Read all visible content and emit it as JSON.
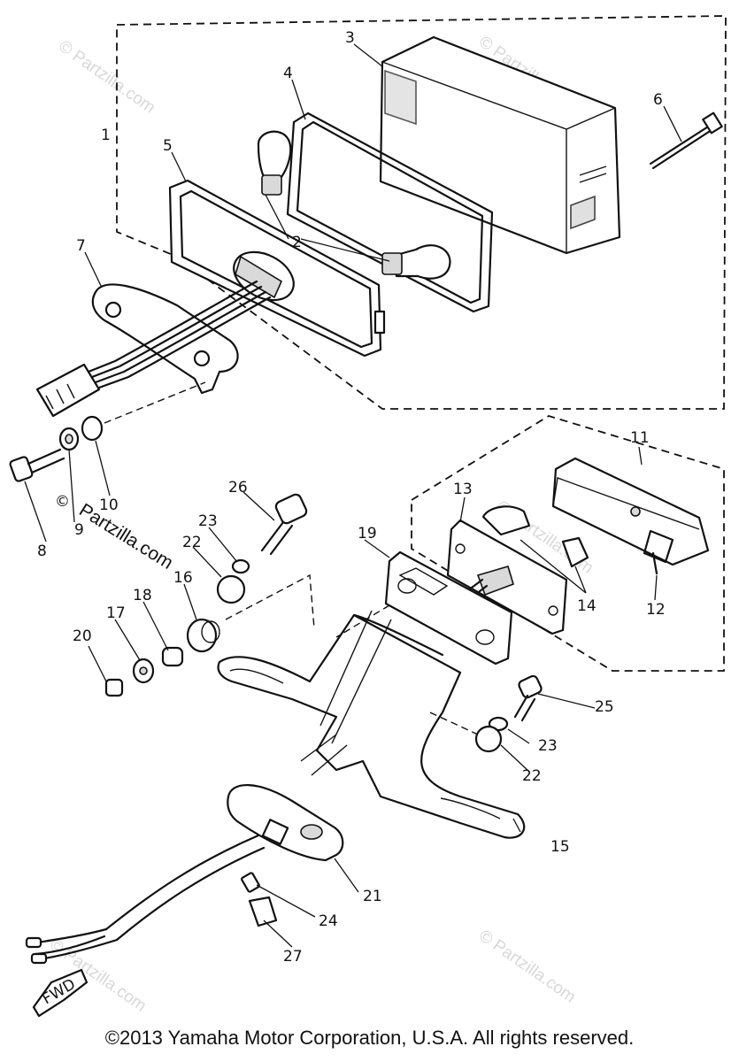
{
  "diagram": {
    "part_numbers": [
      "1",
      "2",
      "3",
      "4",
      "5",
      "6",
      "7",
      "8",
      "9",
      "10",
      "11",
      "12",
      "13",
      "14",
      "15",
      "16",
      "17",
      "18",
      "19",
      "20",
      "21",
      "22",
      "23",
      "24",
      "25",
      "26",
      "27"
    ],
    "fwd_marker": "FWD"
  },
  "watermark": {
    "text": "© Partzilla.com",
    "inline_text": "Partzilla.com"
  },
  "footer": {
    "copyright": "©2013 Yamaha Motor Corporation, U.S.A. All rights reserved."
  }
}
